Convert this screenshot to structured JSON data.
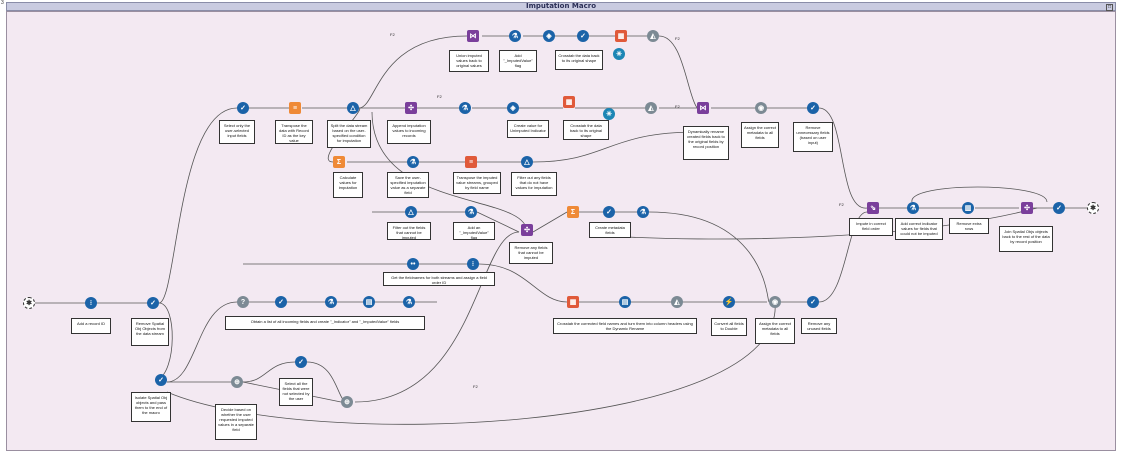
{
  "window": {
    "title": "Imputation Macro",
    "corner_label": "3"
  },
  "captions": {
    "c_select_all": "Select only the user-selected input fields",
    "c_transpose": "Transpose the data with Record ID as the key value",
    "c_split": "Split the data stream based on the user-specified condition for imputation",
    "c_append": "Append imputation values to incoming records",
    "c_union_orig": "Union imputed values back to original values",
    "c_add_flag_top": "Add \"_ImputedValue\" flag",
    "c_crosstab_top": "Crosstab the data back to its original shape",
    "c_summarize": "Calculate values for imputation",
    "c_save_value": "Save the user-specified imputation value as a separate field",
    "c_transpose_imputed": "Transpose the imputed value streams, grouped by field name",
    "c_filter_out": "Filter out any fields that do not have values for imputation",
    "c_create_value": "Create value for Unimputed Indicator",
    "c_crosstab_mid": "Crosstab the data back to its original shape",
    "c_dynamic_rename": "Dynamically rename created fields back to the original fields by record position",
    "c_assign_meta": "Assign the correct metadata to all fields",
    "c_remove_unnec": "Remove unnecessary fields (based on user input)",
    "c_filter_fields": "Filter out the fields that cannot be imputed",
    "c_add_imputed": "Add an \"_ImputedValue\" flag",
    "c_remove_any": "Remove any fields that cannot be imputed",
    "c_create_meta": "Create metadata fields",
    "c_get_fieldnames": "Get the fieldnames for both streams and assign a field order ID",
    "c_impute_correct": "Impute in correct field order",
    "c_add_correct_ind": "Add correct indicator values for fields that could not be imputed",
    "c_remove_extra": "Remove extra rows",
    "c_join_spatial": "Join Spatial Objs objects back to the rest of the data by record position",
    "c_add_record": "Add a record ID",
    "c_remove_spatial": "Remove Spatial Obj Objects from the data stream",
    "c_isolate_spatial": "Isolate Spatial Obj objects and pass them to the end of the macro",
    "c_obtain_list": "Obtain a list of all incoming fields and create \"_Indicator\" and \"_ImputedValue\" fields",
    "c_decide_based": "Decide based on whether the user requested imputed values in a separate field",
    "c_select_fields": "Select all the fields that were not selected by the user",
    "c_crosstab_create": "Crosstab the corrected field names and turn them into column headers using the Dynamic Rename",
    "c_convert_double": "Convert all fields to Double",
    "c_assign_meta2": "Assign the correct metadata to all fields",
    "c_remove_any2": "Remove any unused fields"
  },
  "tags": {
    "t1": "F2",
    "t2": "F2",
    "t3": "F2",
    "t4": "F2",
    "t5": "F2",
    "t6": "F2",
    "t7": "F2"
  },
  "icons": [
    "input-icon",
    "output-icon",
    "select-icon",
    "transpose-icon",
    "filter-icon",
    "append-icon",
    "union-icon",
    "formula-icon",
    "crosstab-icon",
    "summarize-icon",
    "join-icon",
    "multirow-icon",
    "recordid-icon",
    "sample-icon",
    "dynamic-rename-icon",
    "autofield-icon",
    "field-info-icon",
    "test-icon"
  ]
}
